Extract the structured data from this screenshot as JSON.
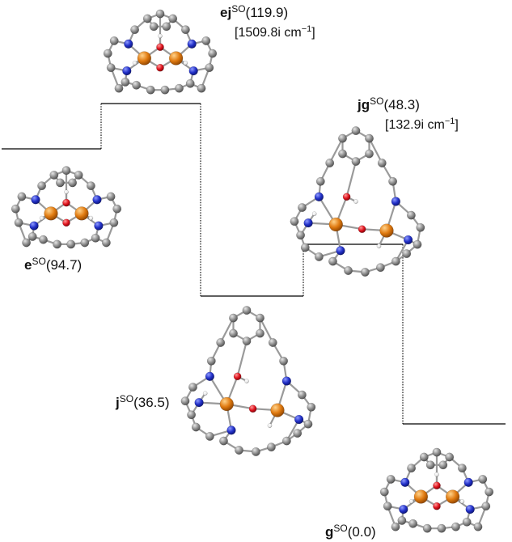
{
  "states": [
    {
      "id": "e",
      "name": "e",
      "superscript": "SO",
      "energy": "(94.7)"
    },
    {
      "id": "ej",
      "name": "ej",
      "superscript": "SO",
      "energy": "(119.9)",
      "frequency": "[1509.8i cm",
      "freq_exp": "−1",
      "freq_close": "]"
    },
    {
      "id": "j",
      "name": "j",
      "superscript": "SO",
      "energy": "(36.5)"
    },
    {
      "id": "jg",
      "name": "jg",
      "superscript": "SO",
      "energy": "(48.3)",
      "frequency": "[132.9i cm",
      "freq_exp": "−1",
      "freq_close": "]"
    },
    {
      "id": "g",
      "name": "g",
      "superscript": "SO",
      "energy": "(0.0)"
    }
  ],
  "colors": {
    "carbon": "#8c8c8c",
    "nitrogen": "#2230c8",
    "oxygen": "#e0141e",
    "metal": "#e07a10",
    "hydrogen": "#f4f4f4",
    "bond": "#9a9a9a",
    "level": "#000000"
  }
}
